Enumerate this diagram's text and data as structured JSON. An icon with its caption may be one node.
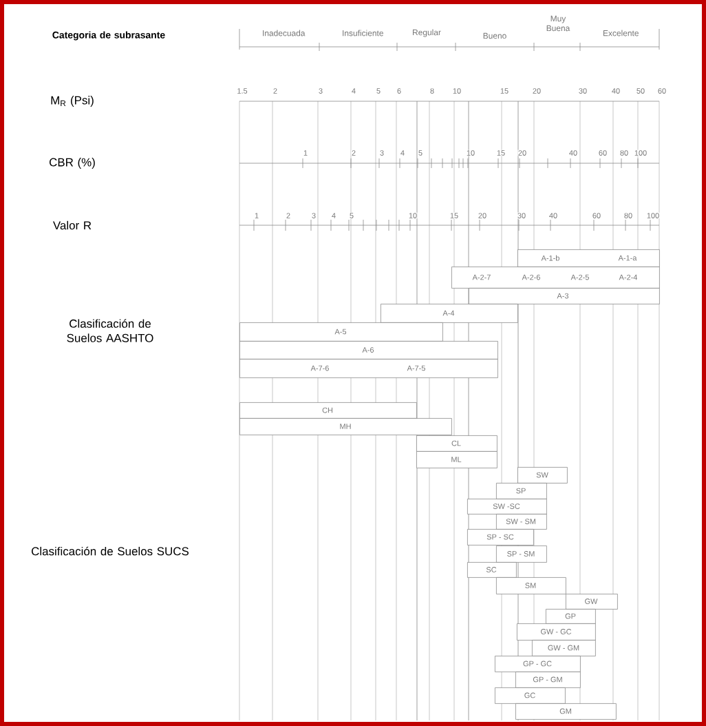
{
  "diagram": {
    "nodes": [
      {
        "text": [
          "A-1-b",
          "A-1-a"
        ]
      },
      {
        "text": [
          "A-2-7",
          "A-2-6",
          "A-2-5",
          "A-2-4"
        ]
      },
      {
        "text": [
          "A-3"
        ]
      },
      {
        "text": [
          "A-4"
        ]
      },
      {
        "text": [
          "A-5"
        ]
      },
      {
        "text": [
          "A-6"
        ]
      },
      {
        "text": [
          "A-7-6",
          "A-7-5"
        ]
      },
      {
        "text": [
          "CH"
        ]
      },
      {
        "text": [
          "MH"
        ]
      },
      {
        "text": [
          "CL"
        ]
      },
      {
        "text": [
          "ML"
        ]
      },
      {
        "text": [
          "SW"
        ]
      },
      {
        "text": [
          "SP"
        ]
      },
      {
        "text": [
          "SW -SC"
        ]
      },
      {
        "text": [
          "SW - SM"
        ]
      },
      {
        "text": [
          "SP - SC"
        ]
      },
      {
        "text": [
          "SP - SM"
        ]
      },
      {
        "text": [
          "SC"
        ]
      },
      {
        "text": [
          "SM"
        ]
      },
      {
        "text": [
          "GW"
        ]
      },
      {
        "text": [
          "GP"
        ]
      },
      {
        "text": [
          "GW - GC"
        ]
      },
      {
        "text": [
          "GW - GM"
        ]
      },
      {
        "text": [
          "GP - GC"
        ]
      },
      {
        "text": [
          "GP - GM"
        ]
      },
      {
        "text": [
          "GC"
        ]
      },
      {
        "text": [
          "GM"
        ]
      }
    ],
    "labels": [
      "Categoria de subrasante",
      "Inadecuada",
      "Insuficiente",
      "Regular",
      "Bueno",
      "Muy Buena",
      "Excelente",
      "M$_{R}$ (Psi)",
      "1.5",
      "2",
      "3",
      "4",
      "5",
      "6",
      "8",
      "10",
      "15",
      "20",
      "30",
      "40",
      "50",
      "60",
      "CBR (%)",
      "1",
      "2",
      "3",
      "4",
      "5",
      "10",
      "15",
      "20",
      "40",
      "60",
      "80",
      "100",
      "Valor R",
      "1",
      "2",
      "3",
      "4",
      "5",
      "10",
      "15",
      "20",
      "30",
      "40",
      "60",
      "80",
      "100",
      "Clasificación de Suelos AASHTO",
      "Clasificación de Suelos SUCS"
    ]
  }
}
